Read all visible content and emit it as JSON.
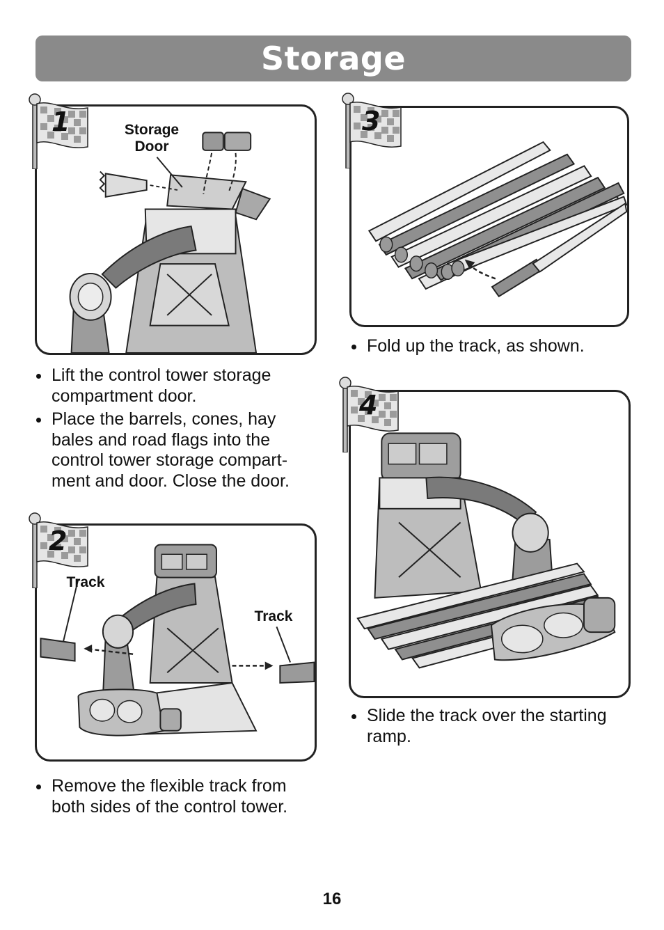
{
  "header": {
    "title": "Storage"
  },
  "steps": [
    {
      "number": "1",
      "labels": {
        "storage_door": "Storage\nDoor"
      },
      "bullets": [
        "Lift the control tower storage compartment door.",
        "Place the barrels, cones, hay bales and road flags into the control tower storage compart-ment and door. Close the door."
      ]
    },
    {
      "number": "2",
      "labels": {
        "track_left": "Track",
        "track_right": "Track"
      },
      "bullets": [
        "Remove the flexible track from both sides of the control tower."
      ]
    },
    {
      "number": "3",
      "bullets": [
        "Fold up the track, as shown."
      ]
    },
    {
      "number": "4",
      "bullets": [
        "Slide the track over the starting ramp."
      ]
    }
  ],
  "footer": {
    "page_number": "16"
  }
}
